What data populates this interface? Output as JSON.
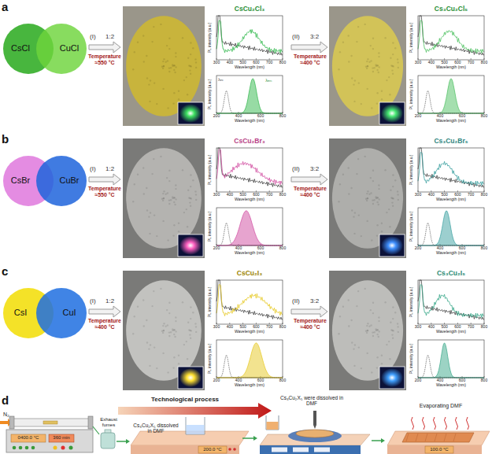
{
  "diagram": {
    "nodes": [
      {
        "text": [
          "CsCl"
        ]
      },
      {
        "text": [
          "CuCl"
        ]
      },
      {
        "text": [
          "CsBr"
        ]
      },
      {
        "text": [
          "CuBr"
        ]
      },
      {
        "text": [
          "CsI"
        ]
      },
      {
        "text": [
          "CuI"
        ]
      }
    ],
    "labels": [
      "a",
      "(I)",
      "1:2",
      "Temperature ≈550 °C",
      "CsCu₂Cl₃",
      "PL intensity (a.u.)",
      "300",
      "400",
      "500",
      "600",
      "700",
      "800",
      "Wavelength (nm)",
      "PL intensity (a.u.)",
      "200",
      "400",
      "600",
      "800",
      "Wavelength (nm)",
      "λₑₓ",
      "λₑₘ",
      "(II)",
      "3:2",
      "Temperature ≈400 °C",
      "Cs₃Cu₂Cl₅",
      "PL intensity (a.u.)",
      "300",
      "400",
      "500",
      "600",
      "700",
      "800",
      "Wavelength (nm)",
      "PL intensity (a.u.)",
      "200",
      "400",
      "600",
      "800",
      "Wavelength (nm)",
      "b",
      "(I)",
      "1:2",
      "Temperature ≈550 °C",
      "CsCu₂Br₃",
      "PL intensity (a.u.)",
      "300",
      "400",
      "500",
      "600",
      "700",
      "800",
      "Wavelength (nm)",
      "PL intensity (a.u.)",
      "200",
      "400",
      "600",
      "800",
      "Wavelength (nm)",
      "(II)",
      "3:2",
      "Temperature ≈400 °C",
      "Cs₃Cu₂Br₅",
      "PL intensity (a.u.)",
      "300",
      "400",
      "500",
      "600",
      "700",
      "800",
      "Wavelength (nm)",
      "PL intensity (a.u.)",
      "200",
      "400",
      "600",
      "800",
      "Wavelength (nm)",
      "c",
      "(I)",
      "1:2",
      "Temperature ≈400 °C",
      "CsCu₂I₃",
      "PL intensity (a.u.)",
      "300",
      "400",
      "500",
      "600",
      "700",
      "800",
      "Wavelength (nm)",
      "PL intensity (a.u.)",
      "200",
      "400",
      "600",
      "800",
      "Wavelength (nm)",
      "(II)",
      "3:2",
      "Temperature ≈400 °C",
      "Cs₃Cu₂I₅",
      "PL intensity (a.u.)",
      "300",
      "400",
      "500",
      "600",
      "700",
      "800",
      "Wavelength (nm)",
      "PL intensity (a.u.)",
      "200",
      "400",
      "600",
      "800",
      "Wavelength (nm)",
      "d",
      "Technological process",
      "N₂",
      "0400.0 °C",
      "360 min",
      "Exhaust fumes",
      "Cs₃Cu₂X₅ dissolved in DMF",
      "200.0 °C",
      "Cs₃Cu₂X₅ were dissolved in DMF",
      "Evaporating DMF",
      "100.0 °C"
    ]
  }
}
